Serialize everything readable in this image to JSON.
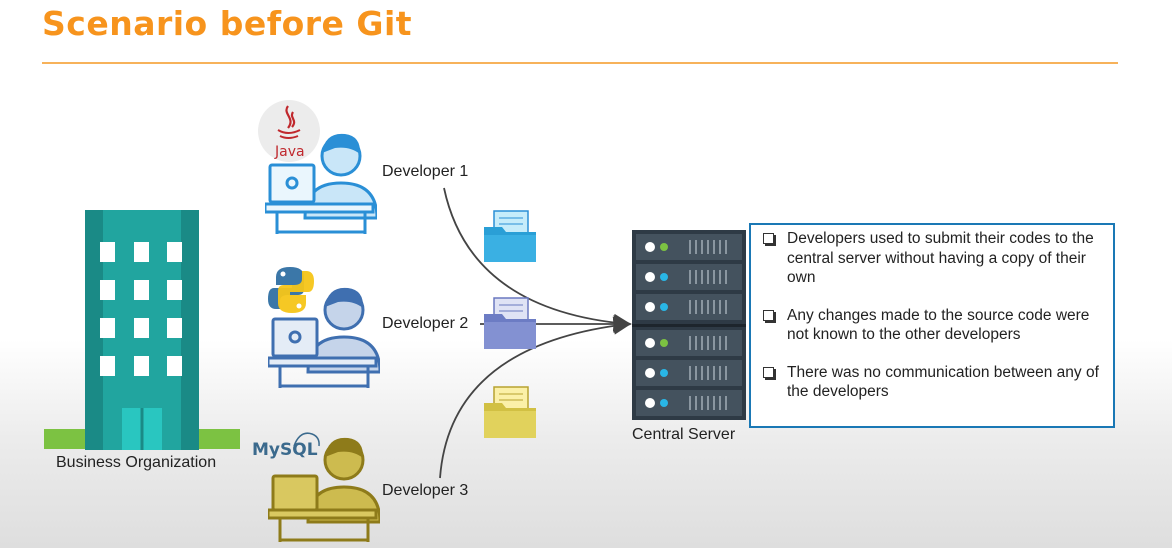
{
  "title": "Scenario before Git",
  "organization": {
    "label": "Business Organization"
  },
  "developers": [
    {
      "label": "Developer 1",
      "language_logo": "Java",
      "color": "#2a8fd6"
    },
    {
      "label": "Developer 2",
      "language_logo": "python-logo",
      "color": "#3f6fb0"
    },
    {
      "label": "Developer 3",
      "language_logo": "MySQL",
      "color": "#b19b2a"
    }
  ],
  "server": {
    "label": "Central Server"
  },
  "notes": [
    "Developers used to submit their codes to the central server without having a copy of their own",
    "Any changes made to the source code were not known to the other developers",
    "There was no communication between any of the developers"
  ],
  "colors": {
    "title": "#f7941d",
    "building": "#1a8a86",
    "grass": "#7cc242",
    "notes_border": "#1a78b5"
  }
}
